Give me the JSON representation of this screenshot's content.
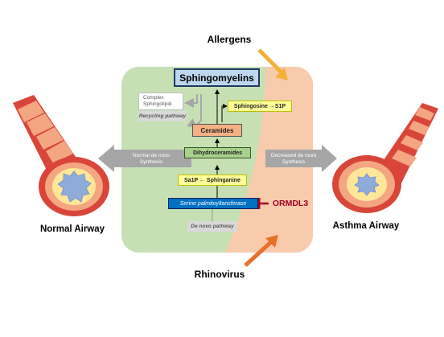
{
  "labels": {
    "allergens": "Allergens",
    "rhinovirus": "Rhinovirus",
    "normal_airway": "Normal Airway",
    "asthma_airway": "Asthma Airway",
    "ormdl3": "ORMDL3"
  },
  "pathway": {
    "sphingomyelins": "Sphingomyelins",
    "complex_sphingolipid": "Complex\nSphingolipid",
    "recycling_pathway": "Recycling pathway",
    "sphingosine_s1p": "Sphingosine →S1P",
    "ceramides": "Ceramides",
    "dihydroceramides": "Dihydroceramides",
    "s1p_sphinganine": "Sa1P ← Sphinganine",
    "serine_palmitoyltransferase": "Serine palmitoyltansferase",
    "de_novo_pathway": "De novo pathway"
  },
  "arrows": {
    "normal_synthesis": "Normal de novo\nSynthesis",
    "decreased_synthesis": "Decreased de novo\nSynthesis"
  },
  "colors": {
    "green_bg": "#c6e0b4",
    "orange_bg": "#f8cbad",
    "sphingomyelins_fill": "#bdd7ee",
    "ceramides_fill": "#f4b183",
    "yellow_fill": "#ffff99",
    "green_box": "#a9d18e",
    "blue_box": "#0070c0",
    "grey_box": "#d9d9d9",
    "grey_arrow": "#a6a6a6",
    "ormdl3_red": "#a50021",
    "airway_red": "#d9453a",
    "airway_salmon": "#f4a582",
    "lumen_blue": "#8fabd9",
    "lumen_yellow": "#ffe699"
  }
}
